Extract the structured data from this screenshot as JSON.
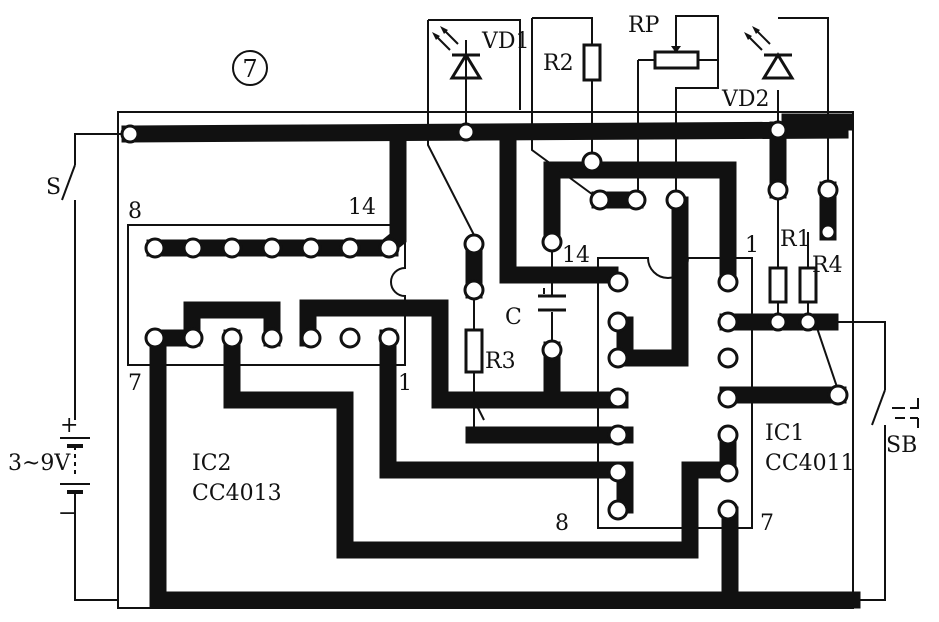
{
  "figure_number": "7",
  "labels": {
    "vd1": "VD1",
    "vd2": "VD2",
    "r1": "R1",
    "r2": "R2",
    "r3": "R3",
    "r4": "R4",
    "rp": "RP",
    "c": "C",
    "s": "S",
    "sb": "SB",
    "battery": "3~9V",
    "plus": "+",
    "minus": "−"
  },
  "ic2": {
    "name": "IC2",
    "part": "CC4013",
    "pin_8": "8",
    "pin_14": "14",
    "pin_7": "7",
    "pin_1": "1"
  },
  "ic1": {
    "name": "IC1",
    "part": "CC4011",
    "pin_14": "14",
    "pin_1": "1",
    "pin_8": "8",
    "pin_7": "7"
  },
  "colors": {
    "ink": "#111111",
    "paper": "#ffffff"
  }
}
